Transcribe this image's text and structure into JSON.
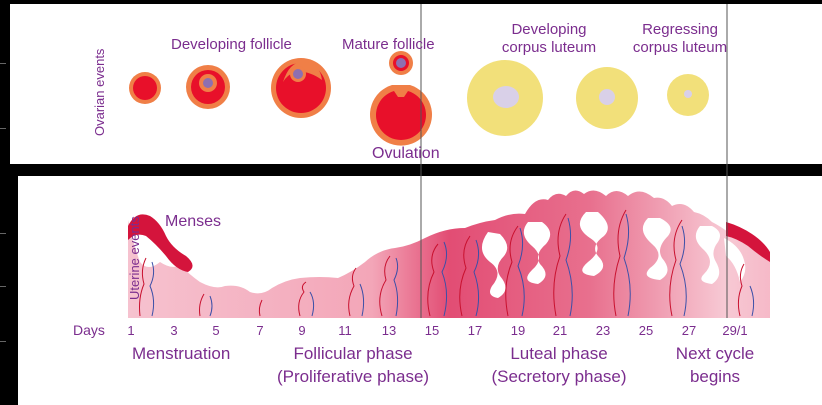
{
  "ovarian": {
    "axis_label": "Ovarian events",
    "labels": {
      "developing_follicle": "Developing follicle",
      "mature_follicle": "Mature follicle",
      "developing_corpus_luteum": [
        "Developing",
        "corpus luteum"
      ],
      "regressing_corpus_luteum": [
        "Regressing",
        "corpus luteum"
      ],
      "ovulation": "Ovulation"
    }
  },
  "uterine": {
    "axis_label": "Uterine events",
    "menses_label": "Menses"
  },
  "days": {
    "label": "Days",
    "ticks": [
      "1",
      "3",
      "5",
      "7",
      "9",
      "11",
      "13",
      "15",
      "17",
      "19",
      "21",
      "23",
      "25",
      "27",
      "29/1"
    ]
  },
  "phases": {
    "menstruation": "Menstruation",
    "follicular": [
      "Follicular phase",
      "(Proliferative phase)"
    ],
    "luteal": [
      "Luteal phase",
      "(Secretory phase)"
    ],
    "next_cycle": [
      "Next cycle",
      "begins"
    ]
  },
  "colors": {
    "text": "#7b2d8e",
    "follicle_red": "#e8102a",
    "follicle_orange": "#f07f47",
    "oocyte": "#8e6fb0",
    "corpus_luteum": "#f2e07a",
    "endometrium_pink": "#f4b6c4",
    "endometrium_deep": "#e35579",
    "menses_red": "#d4143c"
  }
}
